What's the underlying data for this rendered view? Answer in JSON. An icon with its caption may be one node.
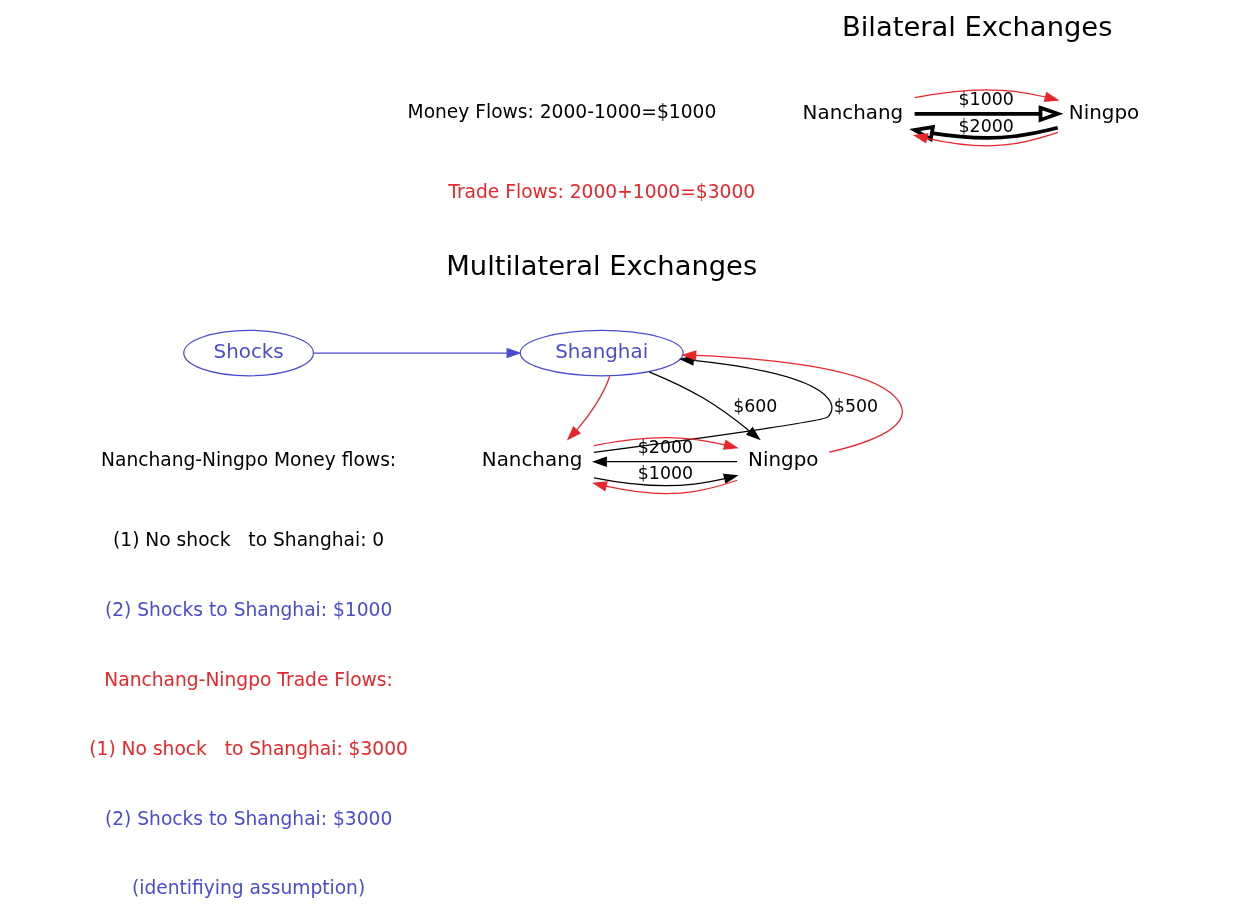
{
  "diagram": {
    "nodes": [
      {
        "text": [
          "Nanchang"
        ]
      },
      {
        "text": [
          "Ningpo"
        ]
      },
      {
        "text": [
          "Shocks"
        ]
      },
      {
        "text": [
          "Shanghai"
        ]
      },
      {
        "text": [
          "Nanchang"
        ]
      },
      {
        "text": [
          "Ningpo"
        ]
      }
    ],
    "edges": [
      {
        "from": 0,
        "to": 1,
        "arrow": "to",
        "label": "$1000",
        "style": "thick"
      },
      {
        "from": 1,
        "to": 0,
        "arrow": "to",
        "label": "$2000",
        "style": "thick"
      },
      {
        "from": 0,
        "to": 1,
        "arrow": "to",
        "color": "#e8262b"
      },
      {
        "from": 1,
        "to": 0,
        "arrow": "to",
        "color": "#e8262b"
      },
      {
        "from": 2,
        "to": 3,
        "arrow": "to",
        "color": "#4b4bd0"
      },
      {
        "from": 4,
        "to": 3,
        "arrow": "to",
        "label": "$500"
      },
      {
        "from": 3,
        "to": 5,
        "arrow": "to",
        "label": "$600"
      },
      {
        "from": 5,
        "to": 4,
        "arrow": "to",
        "label": "$2000"
      },
      {
        "from": 4,
        "to": 5,
        "arrow": "to",
        "label": "$1000"
      },
      {
        "from": 3,
        "to": 4,
        "arrow": "to",
        "color": "#e8262b"
      },
      {
        "from": 5,
        "to": 3,
        "arrow": "to",
        "color": "#e8262b"
      },
      {
        "from": 4,
        "to": 5,
        "arrow": "to",
        "color": "#e8262b"
      },
      {
        "from": 5,
        "to": 4,
        "arrow": "to",
        "color": "#e8262b"
      }
    ],
    "labels": [
      "Bilateral Exchanges",
      "Money Flows: 2000-1000=$1000",
      "Trade Flows: 2000+1000=$3000",
      "Multilateral Exchanges",
      "Nanchang-Ningpo Money flows:",
      "(1) No shock   to Shanghai: 0",
      "(2) Shocks to Shanghai: $1000",
      "Nanchang-Ningpo Trade Flows:",
      "(1) No shock   to Shanghai: $3000",
      "(2) Shocks to Shanghai: $3000",
      "(identifiying assumption)"
    ]
  }
}
